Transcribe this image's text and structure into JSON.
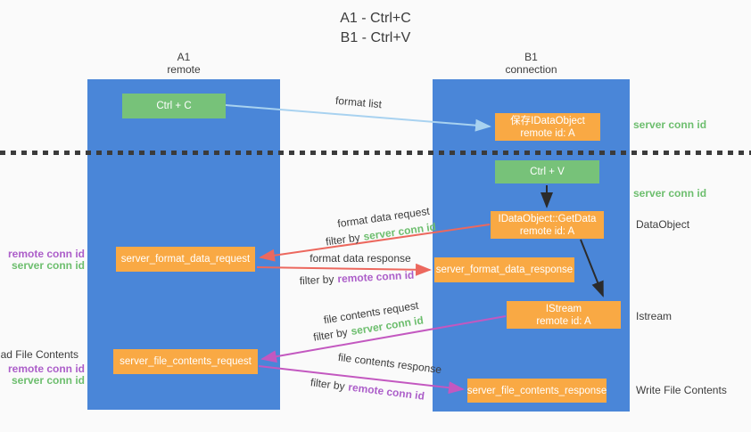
{
  "title": {
    "line1": "A1 - Ctrl+C",
    "line2": "B1 - Ctrl+V"
  },
  "columns": {
    "a1": {
      "header_top": "A1",
      "header_bottom": "remote"
    },
    "b1": {
      "header_top": "B1",
      "header_bottom": "connection"
    }
  },
  "nodes": {
    "ctrl_c": {
      "label": "Ctrl + C"
    },
    "save_dataobject": {
      "line1": "保存IDataObject",
      "line2": "remote id: A"
    },
    "ctrl_v": {
      "label": "Ctrl + V"
    },
    "getdata": {
      "line1": "IDataObject::GetData",
      "line2": "remote id: A"
    },
    "format_request": {
      "label": "server_format_data_request"
    },
    "format_response": {
      "label": "server_format_data_response"
    },
    "istream": {
      "line1": "IStream",
      "line2": "remote id: A"
    },
    "file_request": {
      "label": "server_file_contents_request"
    },
    "file_response": {
      "label": "server_file_contents_response"
    }
  },
  "flow_labels": {
    "format_list": "format list",
    "format_data_request": "format data request",
    "format_data_response": "format data response",
    "file_contents_request": "file contents request",
    "file_contents_response": "file contents response",
    "filter_by": "filter by",
    "server_conn_id": "server conn id",
    "remote_conn_id": "remote conn id"
  },
  "side_labels": {
    "server_conn_id": "server conn id",
    "remote_conn_id": "remote conn id",
    "dataobject": "DataObject",
    "istream": "Istream",
    "read_file_contents": "Read File Contents",
    "write_file_contents": "Write File Contents"
  },
  "colors": {
    "column_blue": "#4A86D8",
    "node_green": "#77C279",
    "node_orange": "#F9A944",
    "arrow_light_blue": "#A8D2F0",
    "arrow_red": "#EC685E",
    "arrow_magenta": "#C358C0",
    "arrow_black": "#2B2B2B",
    "text_green": "#6DBE6E",
    "text_purple": "#AC5EC9",
    "text_dark": "#3C3C3C",
    "background": "#FAFAFA"
  }
}
